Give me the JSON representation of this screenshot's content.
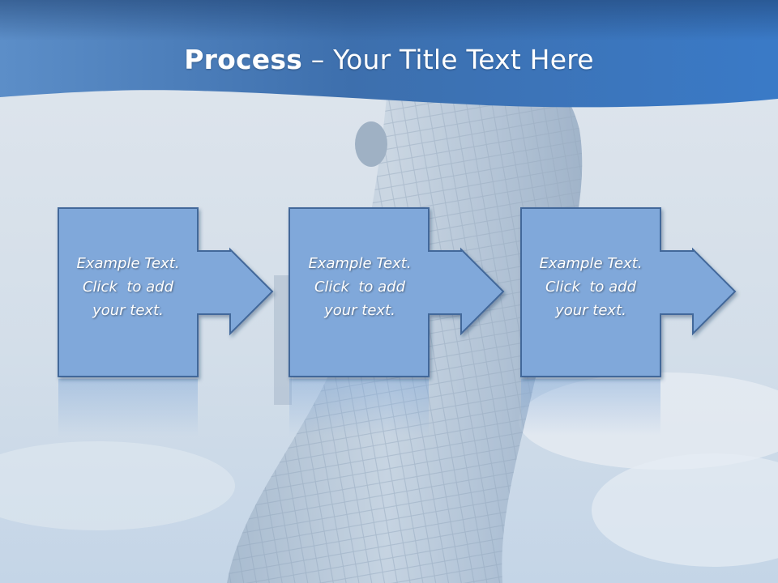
{
  "slide": {
    "title_bold": "Process",
    "title_rest": " – Your Title Text Here"
  },
  "steps": [
    {
      "line1": "Example Text.",
      "line2": "Click  to add",
      "line3": "your text."
    },
    {
      "line1": "Example Text.",
      "line2": "Click  to add",
      "line3": "your text."
    },
    {
      "line1": "Example Text.",
      "line2": "Click  to add",
      "line3": "your text."
    }
  ],
  "colors": {
    "header_dark": "#2f5e96",
    "header_light": "#5b8fc9",
    "box_fill": "#7fa7d8",
    "box_stroke": "#43699a",
    "sky_top": "#d9e1ea",
    "sky_bottom": "#c9d8e8"
  }
}
